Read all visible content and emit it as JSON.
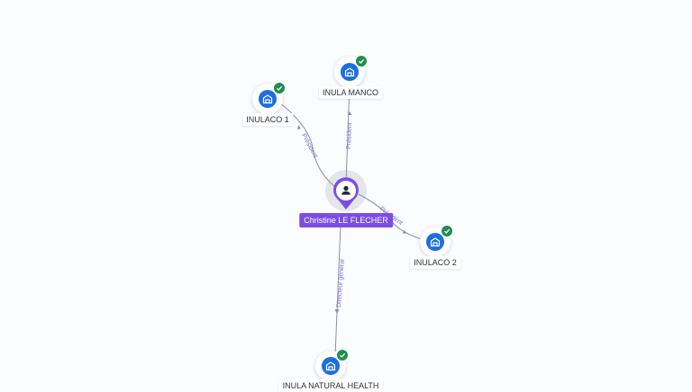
{
  "person": {
    "name": "Christine LE FLECHER",
    "icon": "person-icon",
    "accent_color": "#7c4ee4"
  },
  "companies": [
    {
      "name": "INULA MANCO",
      "role": "Président",
      "icon": "building-icon",
      "status_icon": "check-icon"
    },
    {
      "name": "INULACO 1",
      "role": "Président",
      "icon": "building-icon",
      "status_icon": "check-icon"
    },
    {
      "name": "INULACO 2",
      "role": "Président",
      "icon": "building-icon",
      "status_icon": "check-icon"
    },
    {
      "name": "INULA NATURAL HEALTH",
      "role": "Directeur général",
      "icon": "building-icon",
      "status_icon": "check-icon"
    }
  ],
  "colors": {
    "company_disc": "#1b6fe0",
    "active_badge": "#1e8e4e",
    "edge": "#8c8fa6",
    "edge_label": "#7b6fd6"
  }
}
